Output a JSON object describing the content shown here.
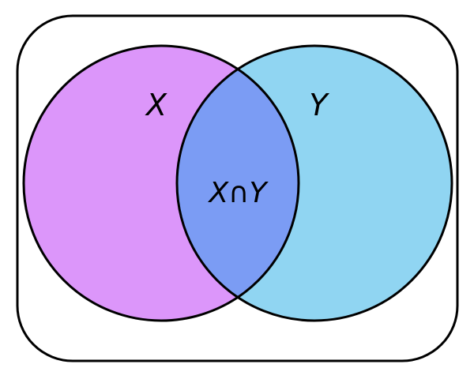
{
  "diagram": {
    "type": "venn",
    "universe": {
      "label": ""
    },
    "sets": [
      {
        "id": "X",
        "label": "X",
        "color": "#dc96fa"
      },
      {
        "id": "Y",
        "label": "Y",
        "color": "#90d5f2"
      }
    ],
    "intersection": {
      "label": "X∩Y",
      "color": "#7b9cf4"
    },
    "outline_color": "#000000",
    "background_color": "#ffffff"
  }
}
